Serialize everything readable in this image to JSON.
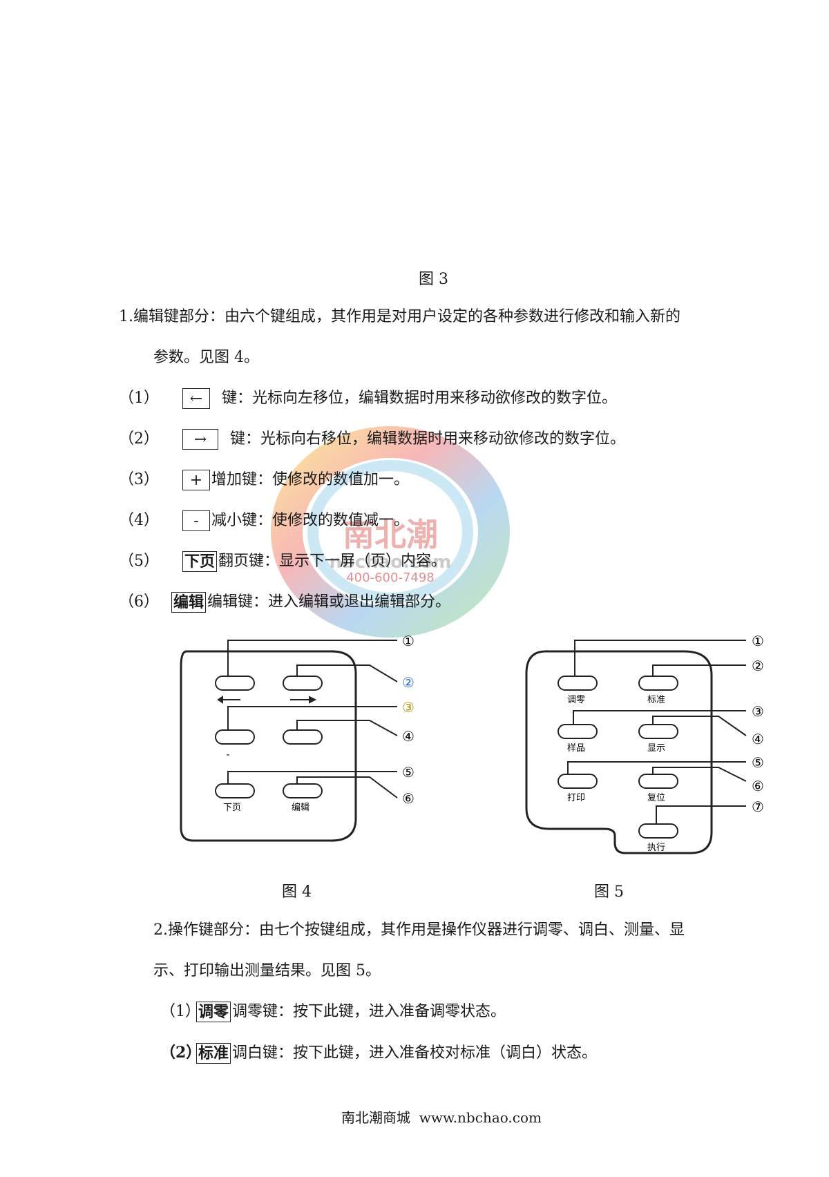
{
  "fig3_caption": "图 3",
  "section1": {
    "line1": "1.编辑键部分：由六个键组成，其作用是对用户设定的各种参数进行修改和输入新的",
    "line2": "参数。见图 4。"
  },
  "items1": [
    {
      "num": "（1）",
      "key": "←",
      "text": "键：光标向左移位，编辑数据时用来移动欲修改的数字位。"
    },
    {
      "num": "（2）",
      "key": "→",
      "text": "键：光标向右移位，编辑数据时用来移动欲修改的数字位。"
    },
    {
      "num": "（3）",
      "key": "+",
      "text": "增加键：使修改的数值加一。"
    },
    {
      "num": "（4）",
      "key": "-",
      "text": "减小键：使修改的数值减一。"
    },
    {
      "num": "（5）",
      "key": "下页",
      "text": "翻页键：显示下一屏（页）内容。"
    },
    {
      "num": "（6）",
      "key": "编辑",
      "text": "编辑键：进入编辑或退出编辑部分。"
    }
  ],
  "fig4": {
    "caption": "图 4",
    "callouts": [
      "①",
      "②",
      "③",
      "④",
      "⑤",
      "⑥"
    ],
    "labels": {
      "left_arrow": "←",
      "right_arrow": "→",
      "minus": "-",
      "page": "下页",
      "edit": "编辑"
    }
  },
  "fig5": {
    "caption": "图 5",
    "callouts": [
      "①",
      "②",
      "③",
      "④",
      "⑤",
      "⑥",
      "⑦"
    ],
    "labels": {
      "zero": "调零",
      "standard": "标准",
      "sample": "样品",
      "display": "显示",
      "print": "打印",
      "reset": "复位",
      "execute": "执行"
    }
  },
  "section2": {
    "line1": "2.操作键部分：由七个按键组成，其作用是操作仪器进行调零、调白、测量、显",
    "line2": "示、打印输出测量结果。见图 5。"
  },
  "items2": [
    {
      "num": "（1）",
      "key": "调零",
      "text": "调零键：按下此键，进入准备调零状态。"
    },
    {
      "num": "（2）",
      "key": "标准",
      "text": "调白键：按下此键，进入准备校对标准（调白）状态。"
    }
  ],
  "footer": "南北潮商城  www.nbchao.com",
  "watermark": {
    "brand": "南北潮",
    "domain": "nbchao.com",
    "phone": "400-600-7498"
  }
}
